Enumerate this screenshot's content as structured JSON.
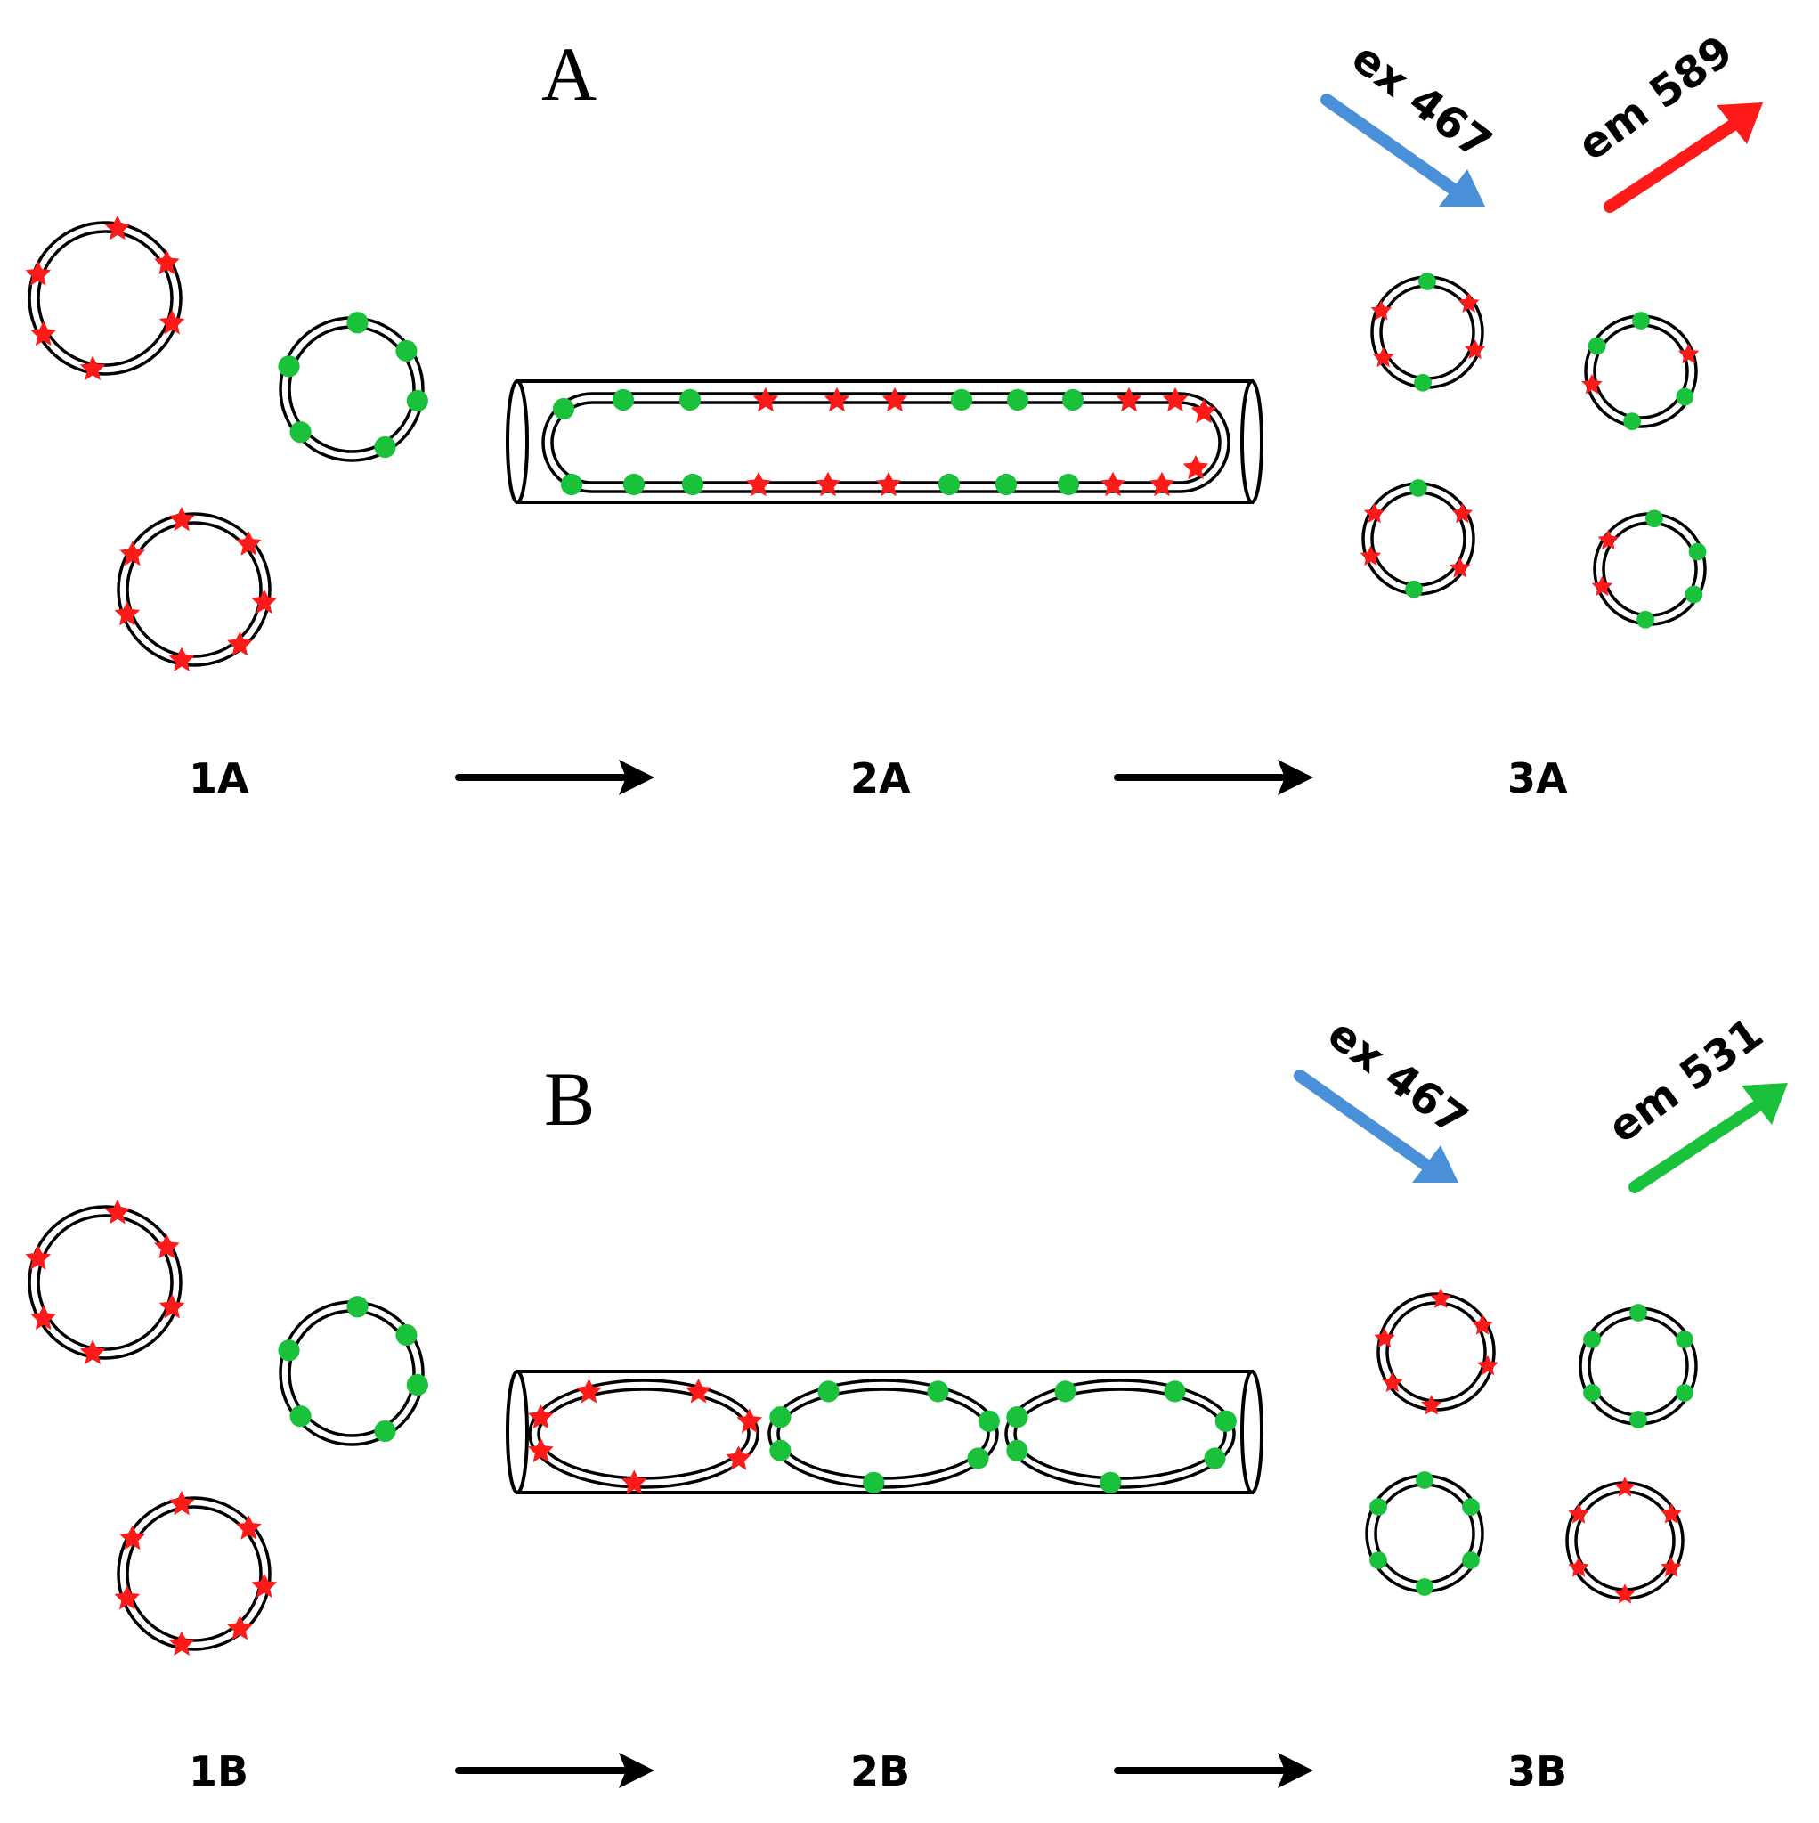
{
  "colors": {
    "red_marker": "#ff1a1a",
    "green_marker": "#19c23a",
    "excitation_arrow": "#4a90d9",
    "emission_red": "#ff1a1a",
    "emission_green": "#19c23a",
    "outline": "#000000"
  },
  "panels": [
    {
      "id": "A",
      "letter": "A",
      "steps": [
        "1A",
        "2A",
        "3A"
      ],
      "excitation_label": "ex 467",
      "emission_label": "em 589",
      "emission_color": "red",
      "tube_content": "fused"
    },
    {
      "id": "B",
      "letter": "B",
      "steps": [
        "1B",
        "2B",
        "3B"
      ],
      "excitation_label": "ex 467",
      "emission_label": "em 531",
      "emission_color": "green",
      "tube_content": "separate"
    }
  ]
}
